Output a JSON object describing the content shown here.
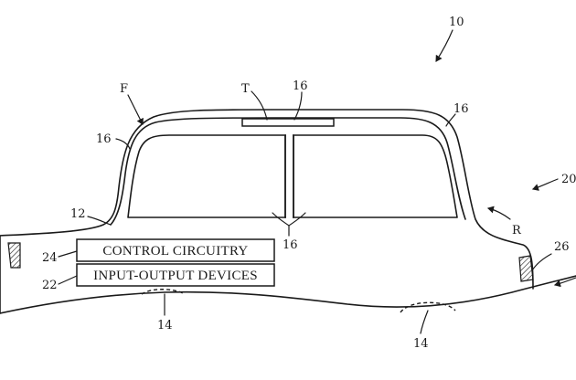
{
  "figure": {
    "boxes": {
      "control_circuitry": "CONTROL CIRCUITRY",
      "input_output_devices": "INPUT-OUTPUT DEVICES"
    },
    "labels": {
      "ref_10": "10",
      "ref_20": "20",
      "ref_F": "F",
      "ref_T": "T",
      "ref_R": "R",
      "ref_16_top": "16",
      "ref_16_right": "16",
      "ref_16_left": "16",
      "ref_16_bottom": "16",
      "ref_12": "12",
      "ref_24": "24",
      "ref_22": "22",
      "ref_26": "26",
      "ref_14_left": "14",
      "ref_14_right": "14"
    }
  }
}
